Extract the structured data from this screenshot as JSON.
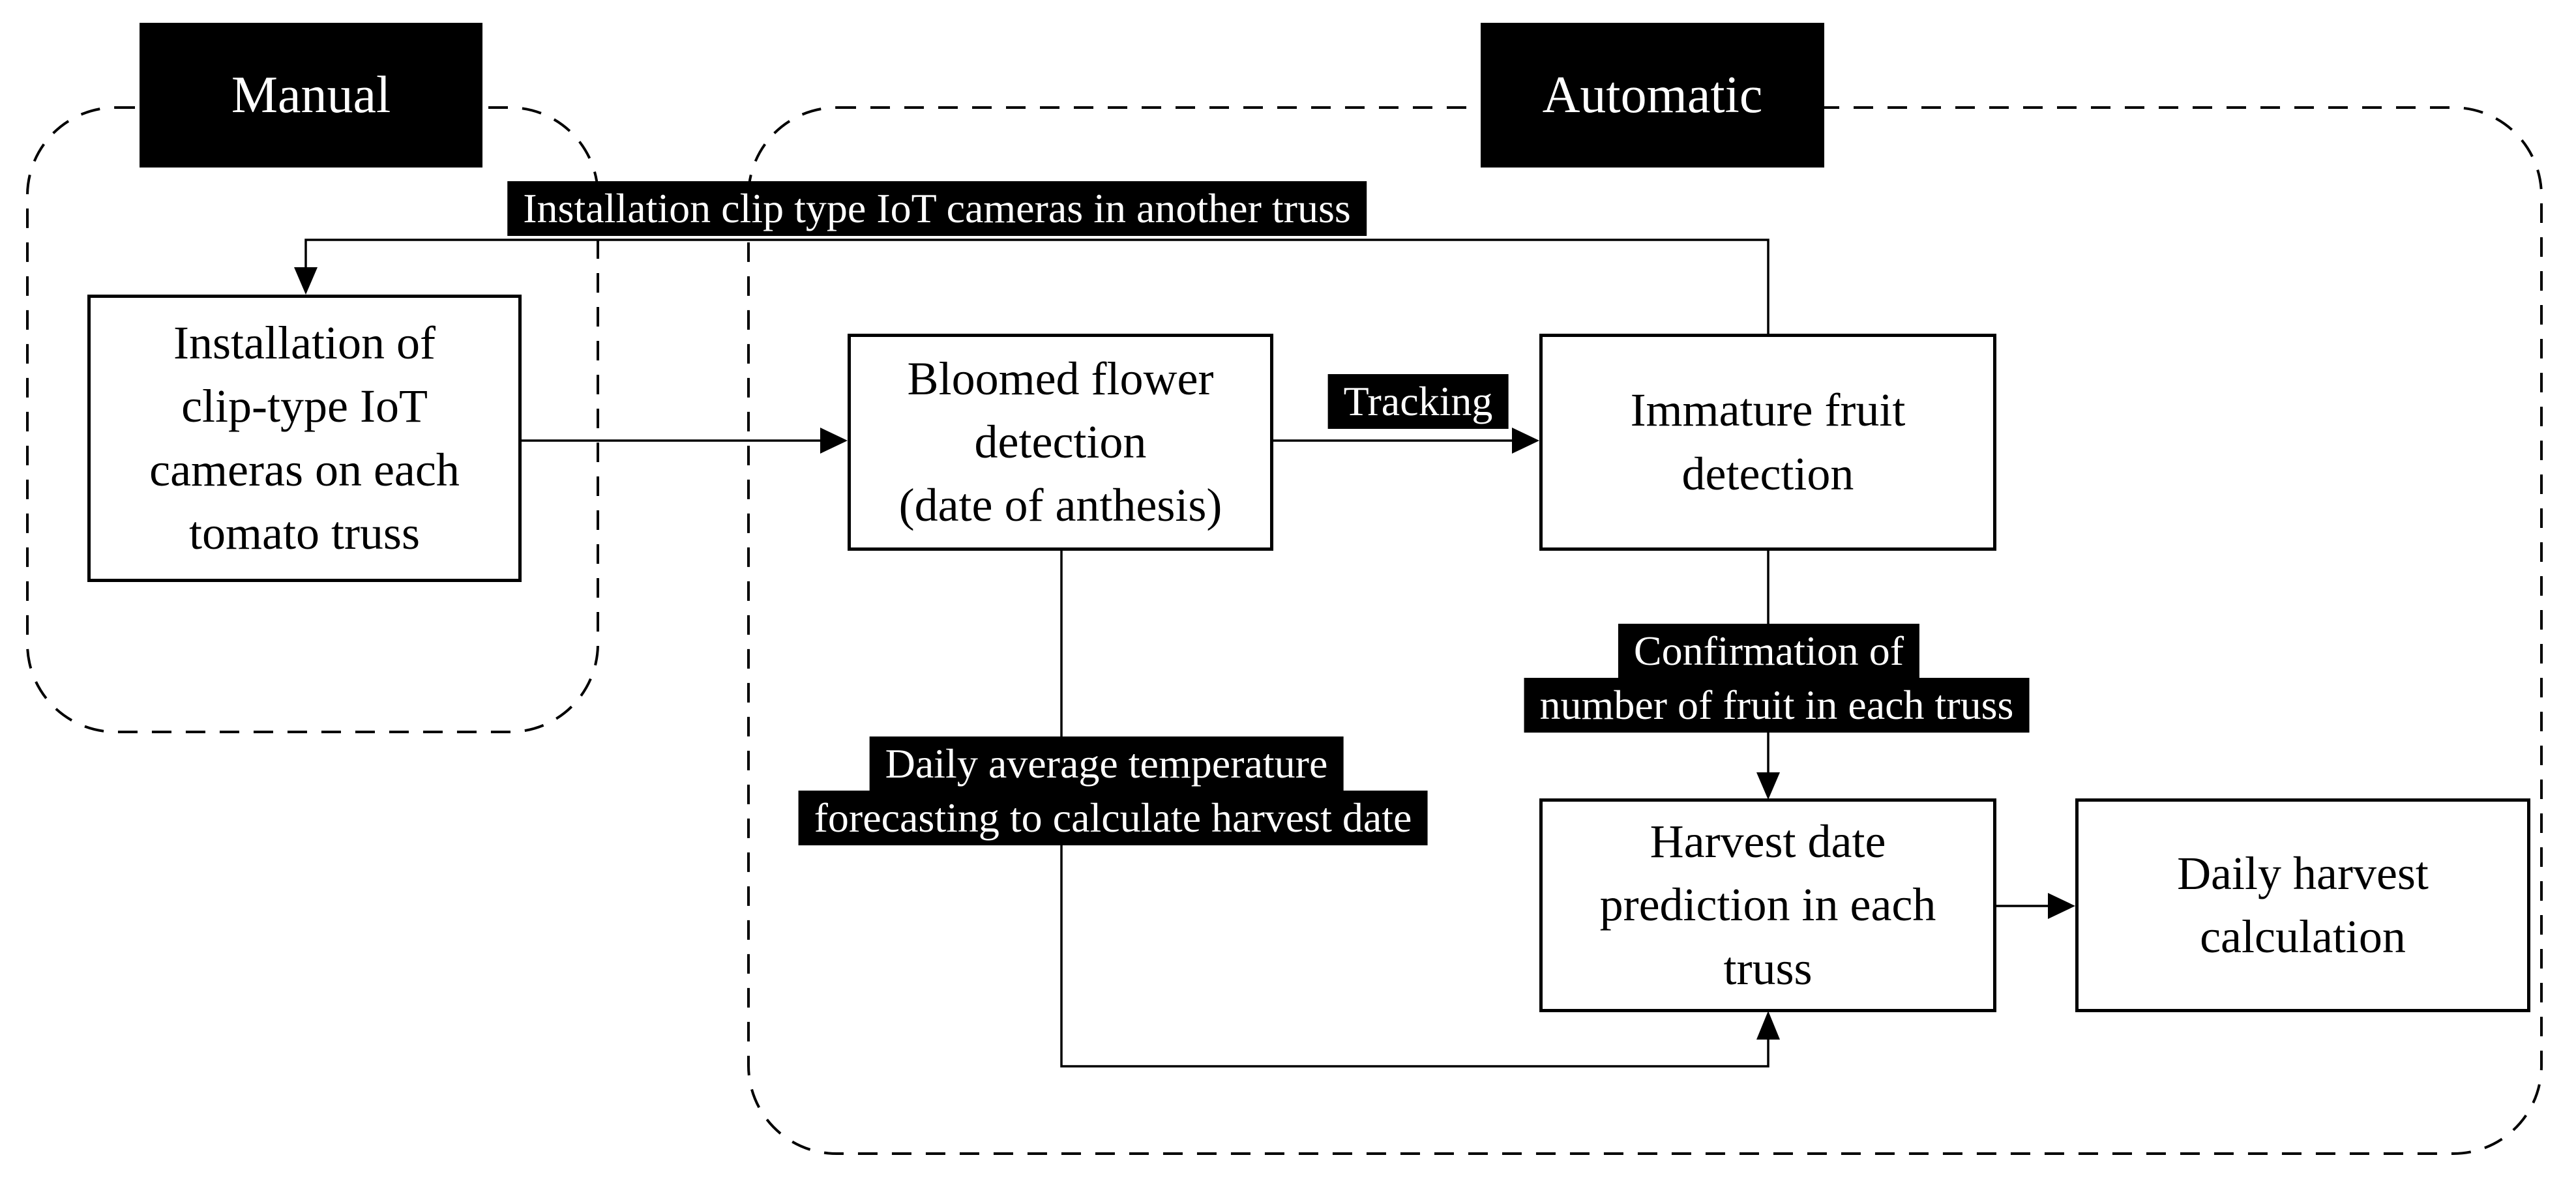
{
  "figure": {
    "background_color": "#ffffff",
    "ink_color": "#000000",
    "label_bg_color": "#000000",
    "label_text_color": "#ffffff"
  },
  "sections": {
    "manual": {
      "label": "Manual"
    },
    "automatic": {
      "label": "Automatic"
    }
  },
  "nodes": {
    "install": {
      "text": "Installation of\nclip-type IoT\ncameras on each\ntomato truss"
    },
    "bloom": {
      "text": "Bloomed flower\ndetection\n(date of anthesis)"
    },
    "immature": {
      "text": "Immature fruit\ndetection"
    },
    "harvest": {
      "text": "Harvest date\nprediction in each\ntruss"
    },
    "calc": {
      "text": "Daily harvest\ncalculation"
    }
  },
  "edge_labels": {
    "reinstall": "Installation clip type IoT cameras in another truss",
    "tracking": "Tracking",
    "confirmation_line1": "Confirmation of",
    "confirmation_line2": "number of fruit in each truss",
    "temperature_line1": "Daily average temperature",
    "temperature_line2": "forecasting to calculate harvest date"
  }
}
